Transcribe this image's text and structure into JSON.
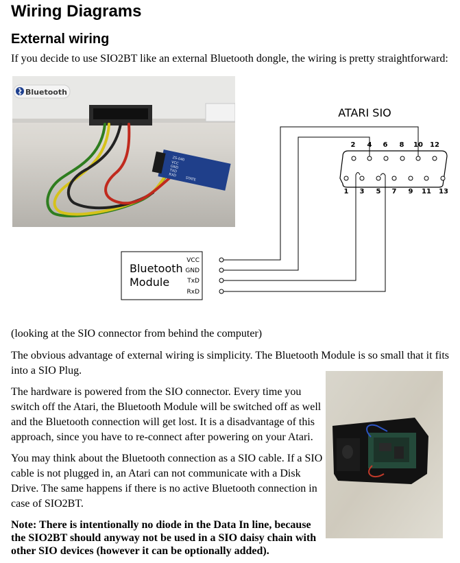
{
  "page": {
    "title": "Wiring Diagrams",
    "section_title": "External wiring",
    "intro": "If you decide to use SIO2BT like an external Bluetooth dongle, the wiring is pretty straightforward:",
    "caption": "(looking at the SIO connector from behind the computer)",
    "para1": "The obvious advantage of external wiring is simplicity. The Bluetooth Module is so small that it fits into a SIO Plug.",
    "para2": "The hardware is powered from the SIO connector. Every time you switch off the Atari, the Bluetooth Module will be switched off as well and the Bluetooth connection will get lost. It is a disadvantage of this approach, since you have to re-connect after powering on your Atari.",
    "para3": "You may think about the Bluetooth connection as a SIO cable. If a SIO cable is not plugged in, an Atari can not communicate with a Disk Drive. The same happens if there is no active Bluetooth connection in case of SIO2BT.",
    "note": "Note: There is intentionally no diode in the Data In line, because the SIO2BT should anyway not be used in a SIO daisy chain with other SIO devices (however it can be optionally added)."
  },
  "photo1": {
    "brand": "Bluetooth",
    "board_lines": [
      "ZS-040",
      "VCC",
      "GND",
      "TXD",
      "RXD",
      "STATE"
    ]
  },
  "diagram": {
    "connector_title": "ATARI SIO",
    "top_pins": [
      "2",
      "4",
      "6",
      "8",
      "10",
      "12"
    ],
    "bottom_pins": [
      "1",
      "3",
      "5",
      "7",
      "9",
      "11",
      "13"
    ],
    "module_label_1": "Bluetooth",
    "module_label_2": "Module",
    "module_pins": [
      "VCC",
      "GND",
      "TxD",
      "RxD"
    ]
  }
}
